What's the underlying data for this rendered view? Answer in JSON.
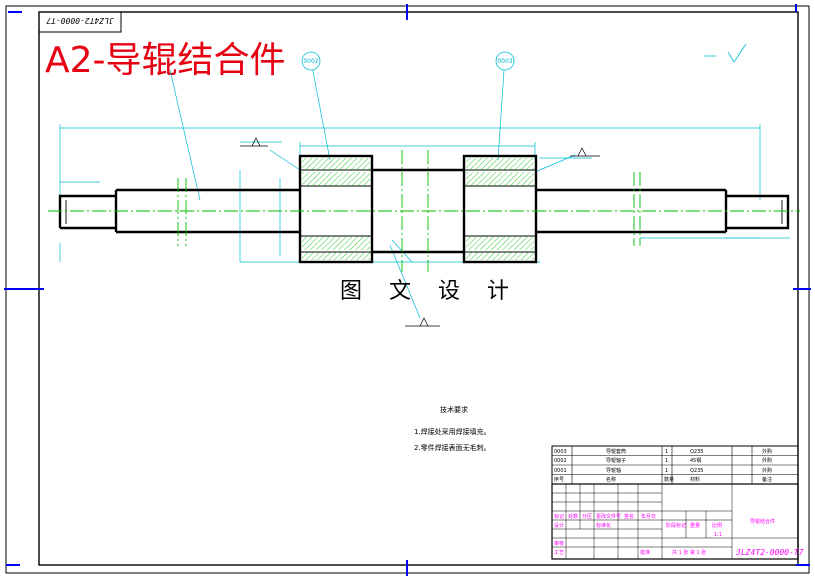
{
  "title": "A2-导辊结合件",
  "drawing_code_topleft": "JLZ4T2-0000-T7",
  "watermark": "图 文 设 计",
  "balloons": [
    "0002",
    "0003"
  ],
  "tech_req": {
    "heading": "技术要求",
    "lines": [
      "1.焊接处采用焊接填充。",
      "2.零件焊接表面无毛刺。"
    ]
  },
  "parts_rows": [
    [
      "0003",
      "导辊套筒",
      "1",
      "Q235",
      "",
      "外购"
    ],
    [
      "0002",
      "导辊轴子",
      "1",
      "45钢",
      "",
      "外购"
    ],
    [
      "0001",
      "导辊轴",
      "1",
      "Q235",
      "",
      "外购"
    ],
    [
      "序号",
      "名称",
      "数量",
      "材料",
      "",
      "备注"
    ]
  ],
  "title_block": {
    "part_name": "导辊结合件",
    "drawing_no": "JLZ4T2-0000-T7",
    "sheet_info": "共 1 张  第 1 张",
    "scale": "1:1",
    "col_labels": [
      "标记",
      "处数",
      "分区",
      "更改文件号",
      "签名",
      "年月日"
    ],
    "row_labels": [
      "设计",
      "审核",
      "工艺",
      "批准"
    ],
    "stage_labels": [
      "阶段标记",
      "重量",
      "比例"
    ],
    "std_label": "标准化"
  },
  "colors": {
    "title": "#e60012",
    "section_line": "#000000",
    "centerline": "#00c000",
    "dimension": "#00bcd4",
    "hatch": "#00c000",
    "table_text": "#ff00ff",
    "frame_marker": "#0000ff"
  }
}
